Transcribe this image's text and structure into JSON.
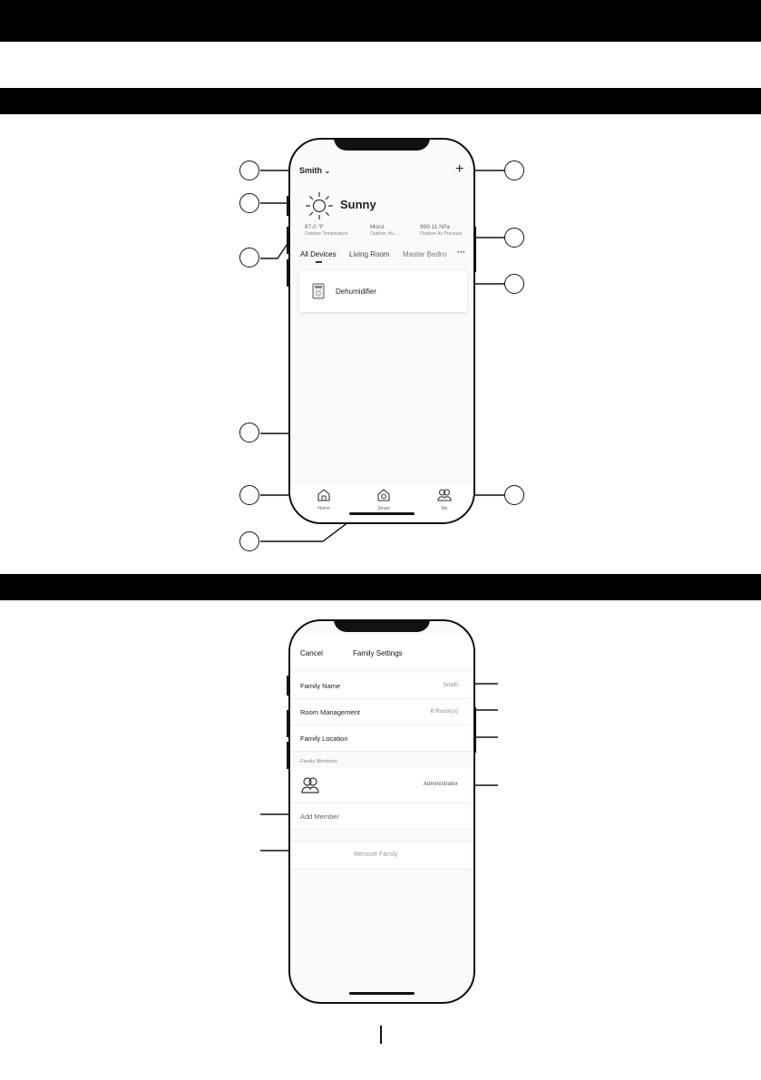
{
  "screen1": {
    "family_name": "Smith",
    "chevron": "⌄",
    "add_icon": "+",
    "weather": {
      "condition": "Sunny",
      "temperature": "67.0 °F",
      "temperature_label": "Outdoor Temperature",
      "humidity": "Moist",
      "humidity_label": "Outdoor Hu...",
      "pressure": "999.11 hPa",
      "pressure_label": "Outdoor Air Pressure"
    },
    "tabs": [
      "All Devices",
      "Living Room",
      "Master Bedro"
    ],
    "more_icon": "···",
    "device": {
      "name": "Dehumidifier"
    },
    "nav": [
      {
        "label": "Home",
        "icon": "home-icon"
      },
      {
        "label": "Smart",
        "icon": "smart-icon"
      },
      {
        "label": "Me",
        "icon": "user-icon"
      }
    ]
  },
  "screen2": {
    "cancel": "Cancel",
    "title": "Family Settings",
    "rows": [
      {
        "label": "Family Name",
        "value": "Smith"
      },
      {
        "label": "Room Management",
        "value": "6 Room(s)"
      },
      {
        "label": "Family Location",
        "value": ""
      }
    ],
    "members_header": "Family Members",
    "member_role": "Administrator",
    "add_member": "Add Member",
    "remove_family": "Remove Family"
  }
}
